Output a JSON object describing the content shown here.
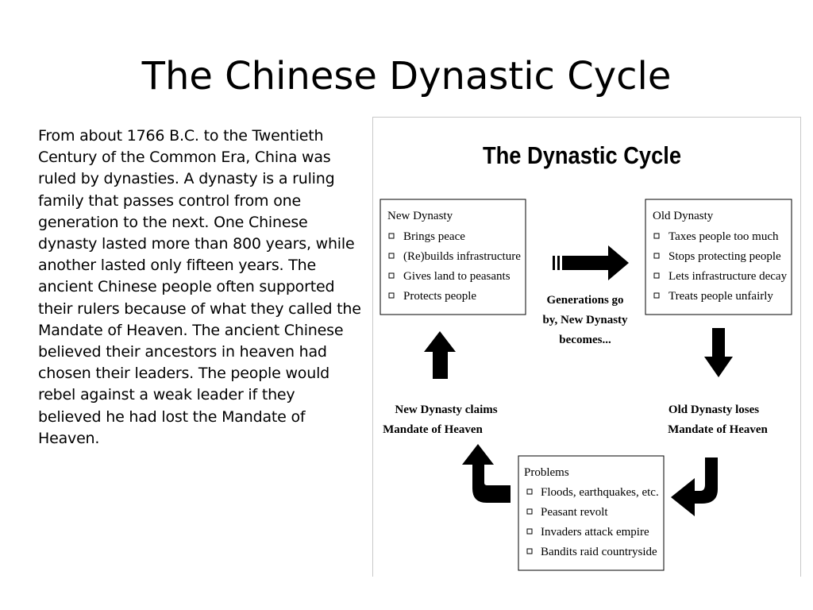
{
  "slide": {
    "title": "The Chinese Dynastic Cycle",
    "body": "From about 1766 B.C. to the Twentieth Century of the Common Era, China was ruled by dynasties. A dynasty is a ruling family that passes control from one generation to the next. One Chinese dynasty lasted more than 800 years, while another lasted only fifteen years. The ancient Chinese people often supported their rulers because of what they called the Mandate of Heaven. The ancient Chinese believed their ancestors in heaven had chosen their leaders. The people would rebel against a weak leader if they believed he had lost the Mandate of Heaven."
  },
  "diagram": {
    "title": "The Dynastic Cycle",
    "new_dynasty": {
      "heading": "New Dynasty",
      "items": [
        "Brings peace",
        "(Re)builds infrastructure",
        "Gives land to peasants",
        "Protects people"
      ]
    },
    "old_dynasty": {
      "heading": "Old Dynasty",
      "items": [
        "Taxes people too much",
        "Stops protecting people",
        "Lets infrastructure decay",
        "Treats people unfairly"
      ]
    },
    "problems": {
      "heading": "Problems",
      "items": [
        "Floods, earthquakes, etc.",
        "Peasant revolt",
        "Invaders attack empire",
        "Bandits raid countryside"
      ]
    },
    "transition": [
      "Generations go",
      "by, New Dynasty",
      "becomes..."
    ],
    "old_loses": [
      "Old Dynasty loses",
      "Mandate of Heaven"
    ],
    "new_claims": [
      "New Dynasty claims",
      "Mandate of Heaven"
    ]
  }
}
